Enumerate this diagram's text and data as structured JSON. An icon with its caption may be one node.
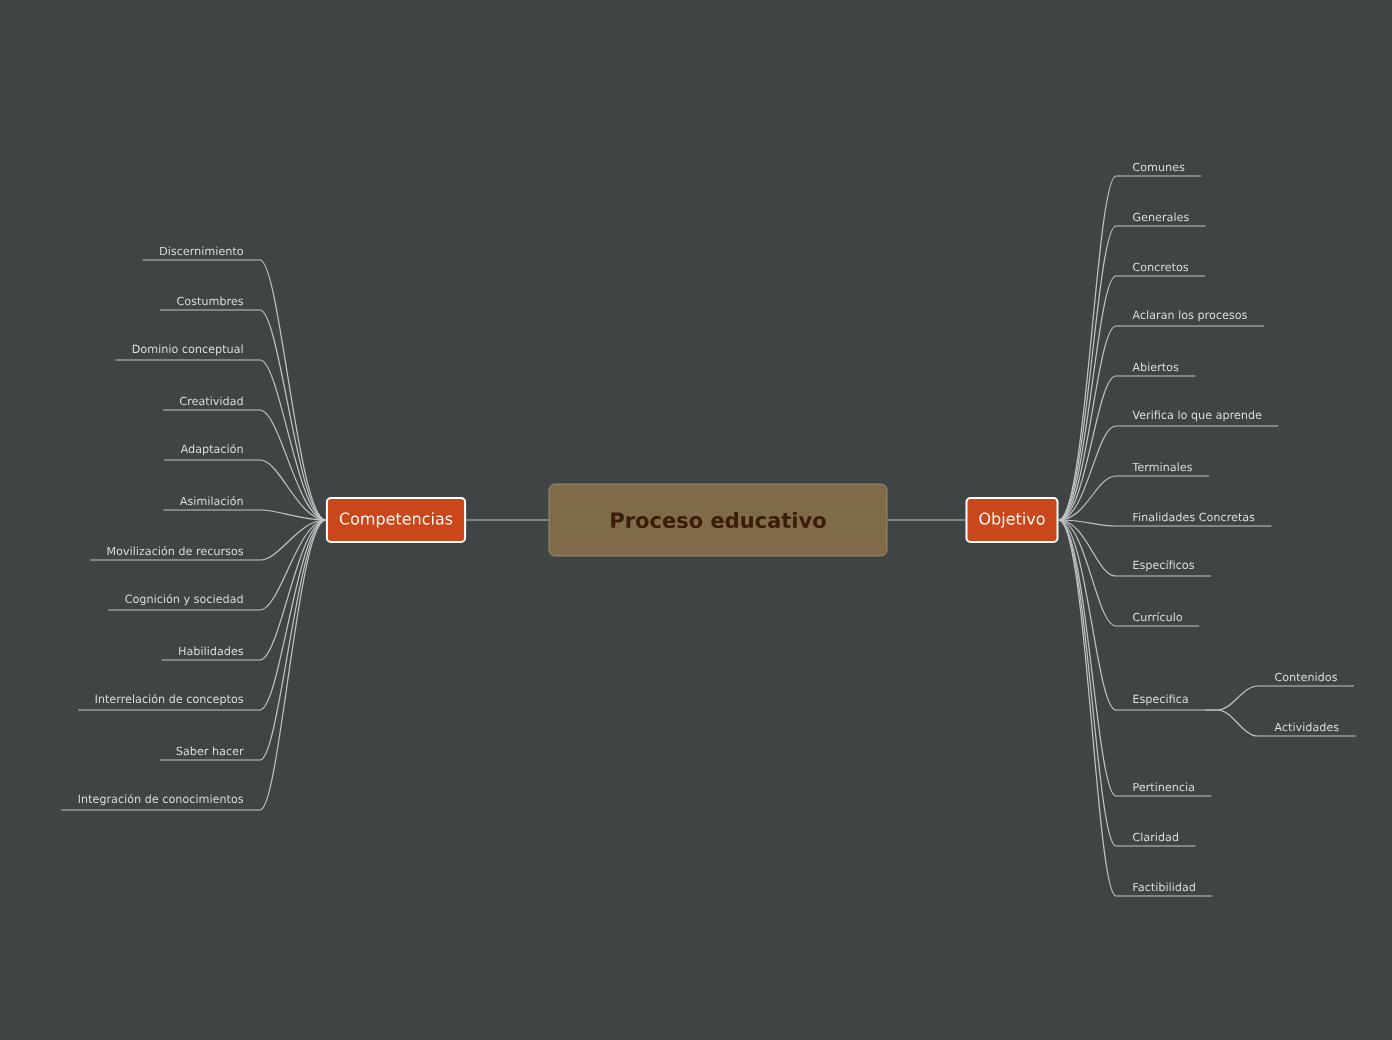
{
  "diagram": {
    "nodes": [
      {
        "text": [
          "Proceso educativo"
        ]
      },
      {
        "text": [
          "Competencias"
        ]
      },
      {
        "text": [
          "Objetivo"
        ]
      },
      {
        "text": [
          "Discernimiento"
        ]
      },
      {
        "text": [
          "Costumbres"
        ]
      },
      {
        "text": [
          "Dominio conceptual"
        ]
      },
      {
        "text": [
          "Creatividad"
        ]
      },
      {
        "text": [
          "Adaptación"
        ]
      },
      {
        "text": [
          "Asimilación"
        ]
      },
      {
        "text": [
          "Movilización de recursos"
        ]
      },
      {
        "text": [
          "Cognición y sociedad"
        ]
      },
      {
        "text": [
          "Habilidades"
        ]
      },
      {
        "text": [
          "Interrelación de conceptos"
        ]
      },
      {
        "text": [
          "Saber hacer"
        ]
      },
      {
        "text": [
          "Integración de conocimientos"
        ]
      },
      {
        "text": [
          "Comunes"
        ]
      },
      {
        "text": [
          "Generales"
        ]
      },
      {
        "text": [
          "Concretos"
        ]
      },
      {
        "text": [
          "Aclaran los procesos"
        ]
      },
      {
        "text": [
          "Abiertos"
        ]
      },
      {
        "text": [
          "Verifica lo que aprende"
        ]
      },
      {
        "text": [
          "Terminales"
        ]
      },
      {
        "text": [
          "Finalidades Concretas"
        ]
      },
      {
        "text": [
          "Específicos"
        ]
      },
      {
        "text": [
          "Currículo"
        ]
      },
      {
        "text": [
          "Especifica"
        ]
      },
      {
        "text": [
          "Contenidos"
        ]
      },
      {
        "text": [
          "Actividades"
        ]
      },
      {
        "text": [
          "Pertinencia"
        ]
      },
      {
        "text": [
          "Claridad"
        ]
      },
      {
        "text": [
          "Factibilidad"
        ]
      }
    ],
    "edges": [
      {
        "from": 0,
        "to": 1,
        "arrow": "none"
      },
      {
        "from": 0,
        "to": 2,
        "arrow": "none"
      },
      {
        "from": 1,
        "to": 3,
        "arrow": "none"
      },
      {
        "from": 1,
        "to": 4,
        "arrow": "none"
      },
      {
        "from": 1,
        "to": 5,
        "arrow": "none"
      },
      {
        "from": 1,
        "to": 6,
        "arrow": "none"
      },
      {
        "from": 1,
        "to": 7,
        "arrow": "none"
      },
      {
        "from": 1,
        "to": 8,
        "arrow": "none"
      },
      {
        "from": 1,
        "to": 9,
        "arrow": "none"
      },
      {
        "from": 1,
        "to": 10,
        "arrow": "none"
      },
      {
        "from": 1,
        "to": 11,
        "arrow": "none"
      },
      {
        "from": 1,
        "to": 12,
        "arrow": "none"
      },
      {
        "from": 1,
        "to": 13,
        "arrow": "none"
      },
      {
        "from": 1,
        "to": 14,
        "arrow": "none"
      },
      {
        "from": 2,
        "to": 15,
        "arrow": "none"
      },
      {
        "from": 2,
        "to": 16,
        "arrow": "none"
      },
      {
        "from": 2,
        "to": 17,
        "arrow": "none"
      },
      {
        "from": 2,
        "to": 18,
        "arrow": "none"
      },
      {
        "from": 2,
        "to": 19,
        "arrow": "none"
      },
      {
        "from": 2,
        "to": 20,
        "arrow": "none"
      },
      {
        "from": 2,
        "to": 21,
        "arrow": "none"
      },
      {
        "from": 2,
        "to": 22,
        "arrow": "none"
      },
      {
        "from": 2,
        "to": 23,
        "arrow": "none"
      },
      {
        "from": 2,
        "to": 24,
        "arrow": "none"
      },
      {
        "from": 2,
        "to": 25,
        "arrow": "none"
      },
      {
        "from": 25,
        "to": 26,
        "arrow": "none"
      },
      {
        "from": 25,
        "to": 27,
        "arrow": "none"
      },
      {
        "from": 2,
        "to": 28,
        "arrow": "none"
      },
      {
        "from": 2,
        "to": 29,
        "arrow": "none"
      },
      {
        "from": 2,
        "to": 30,
        "arrow": "none"
      }
    ]
  }
}
